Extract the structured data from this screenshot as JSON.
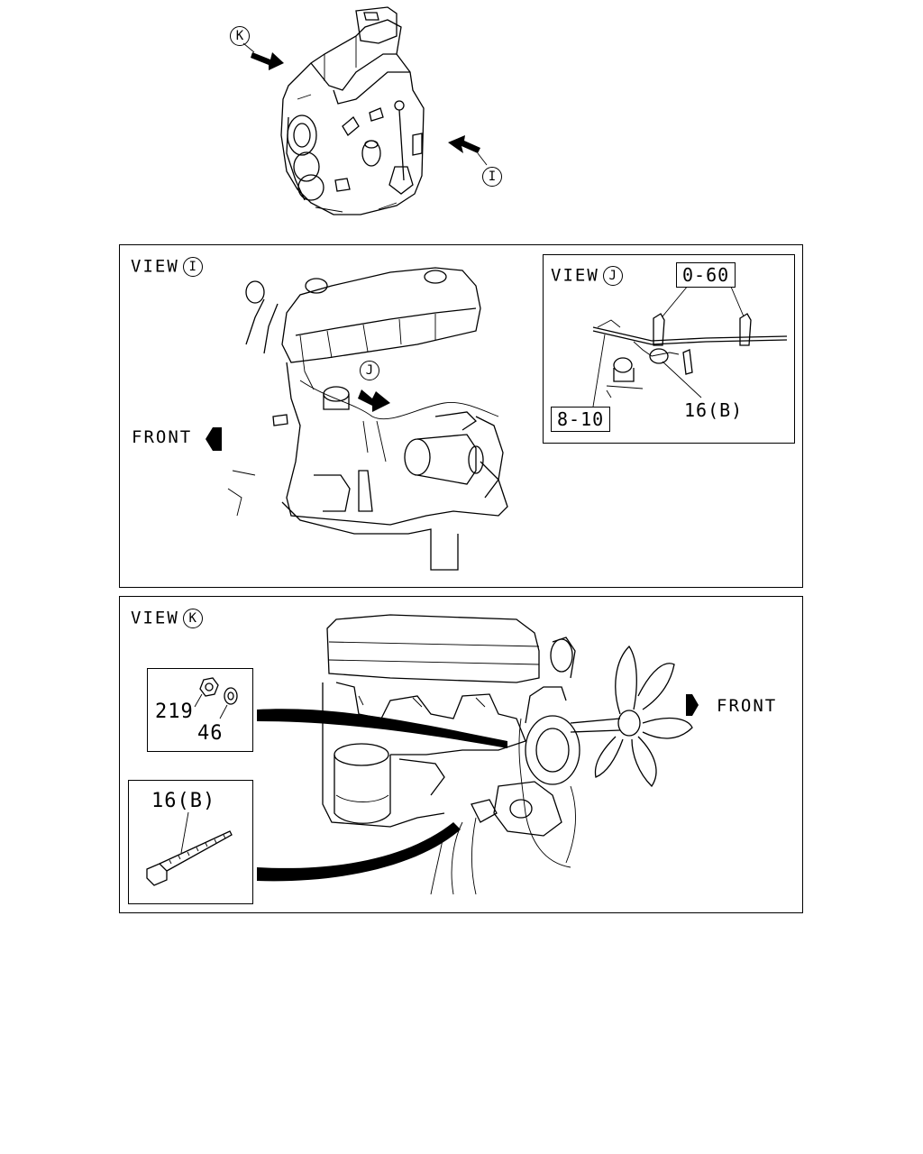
{
  "overview": {
    "marker_k": "K",
    "marker_i": "I"
  },
  "view_i": {
    "title_prefix": "VIEW",
    "title_letter": "I",
    "front_label": "FRONT",
    "inner_marker": "J"
  },
  "view_j": {
    "title_prefix": "VIEW",
    "title_letter": "J",
    "callouts": [
      "0-60",
      "8-10",
      "16(B)"
    ]
  },
  "view_k": {
    "title_prefix": "VIEW",
    "title_letter": "K",
    "front_label": "FRONT",
    "parts_box_1": {
      "labels": [
        "219",
        "46"
      ]
    },
    "parts_box_2": {
      "labels": [
        "16(B)"
      ]
    }
  }
}
